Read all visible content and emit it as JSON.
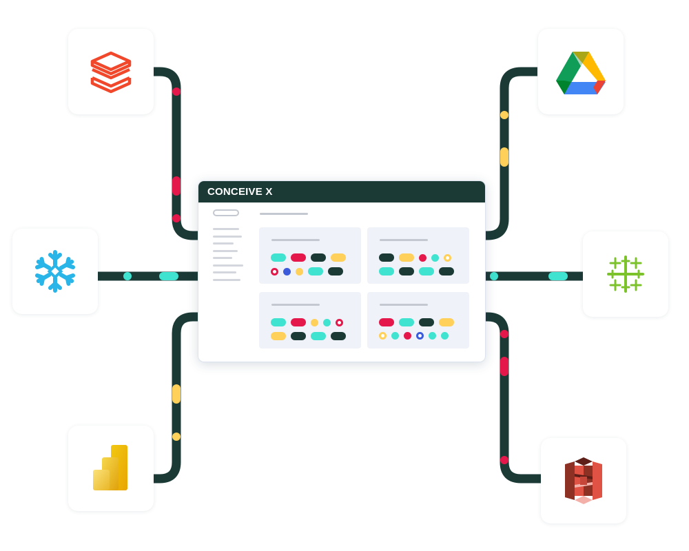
{
  "app": {
    "brand": "CONCEIVE X"
  },
  "colors": {
    "track": "#1b3a36",
    "titlebar": "#1b3a36",
    "teal": "#3fe3cf",
    "red": "#e5184b",
    "dark": "#1b3a36",
    "yellow": "#ffd05a",
    "blue": "#3b5bdb"
  },
  "integrations": [
    {
      "key": "databricks",
      "icon": "databricks-icon",
      "side": "left",
      "dots": [
        "red",
        "red",
        "red"
      ]
    },
    {
      "key": "snowflake",
      "icon": "snowflake-icon",
      "side": "left",
      "dots": [
        "teal",
        "teal"
      ]
    },
    {
      "key": "powerbi",
      "icon": "powerbi-icon",
      "side": "left",
      "dots": [
        "yellow",
        "yellow"
      ]
    },
    {
      "key": "google-drive",
      "icon": "google-drive-icon",
      "side": "right",
      "dots": [
        "yellow",
        "yellow"
      ]
    },
    {
      "key": "tableau",
      "icon": "tableau-icon",
      "side": "right",
      "dots": [
        "teal",
        "teal"
      ]
    },
    {
      "key": "amazon-s3",
      "icon": "amazon-s3-icon",
      "side": "right",
      "dots": [
        "red",
        "red",
        "red"
      ]
    }
  ],
  "dashboard": {
    "sidebar_items": 8,
    "panels": [
      {
        "rows": [
          [
            "teal",
            "red",
            "dark",
            "yellow"
          ],
          [
            "ring-red",
            "dot-blue",
            "dot-yellow",
            "teal",
            "dark"
          ]
        ]
      },
      {
        "rows": [
          [
            "dark",
            "yellow",
            "dot-red",
            "dot-teal",
            "ring-yellow"
          ],
          [
            "teal",
            "dark",
            "teal",
            "dark"
          ]
        ]
      },
      {
        "rows": [
          [
            "teal",
            "red",
            "dot-yellow",
            "dot-teal",
            "ring-red"
          ],
          [
            "yellow",
            "dark",
            "teal",
            "dark"
          ]
        ]
      },
      {
        "rows": [
          [
            "red",
            "teal",
            "dark",
            "yellow"
          ],
          [
            "ring-yellow",
            "dot-teal",
            "dot-red",
            "ring-blue",
            "dot-teal",
            "dot-teal"
          ]
        ]
      }
    ]
  }
}
